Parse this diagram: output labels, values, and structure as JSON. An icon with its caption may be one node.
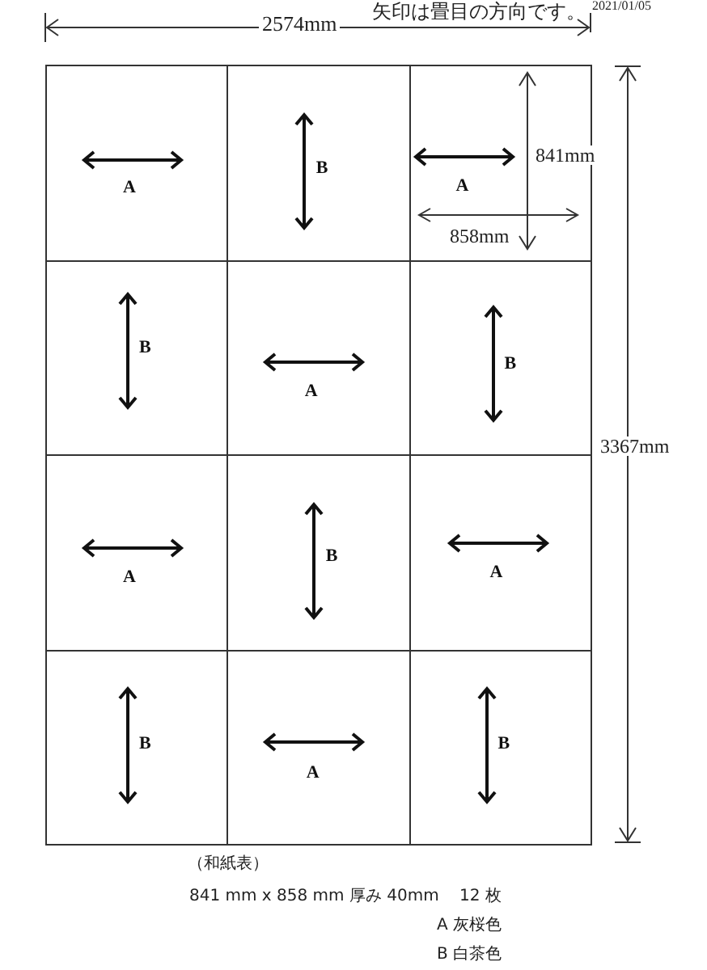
{
  "diagram": {
    "nodes": [
      {
        "text": [
          "A"
        ]
      },
      {
        "text": [
          "B"
        ]
      },
      {
        "text": [
          "A"
        ]
      },
      {
        "text": [
          "B"
        ]
      },
      {
        "text": [
          "A"
        ]
      },
      {
        "text": [
          "B"
        ]
      },
      {
        "text": [
          "A"
        ]
      },
      {
        "text": [
          "B"
        ]
      },
      {
        "text": [
          "A"
        ]
      },
      {
        "text": [
          "B"
        ]
      },
      {
        "text": [
          "A"
        ]
      },
      {
        "text": [
          "B"
        ]
      }
    ],
    "labels": [
      "2574mm",
      "矢印は畳目の方向です。",
      "2021/01/05",
      "841mm",
      "858mm",
      "3367mm",
      "（和紙表）",
      "841 mm x 858 mm 厚み 40mm",
      "12 枚",
      "A 灰桜色",
      "B 白茶色"
    ]
  }
}
